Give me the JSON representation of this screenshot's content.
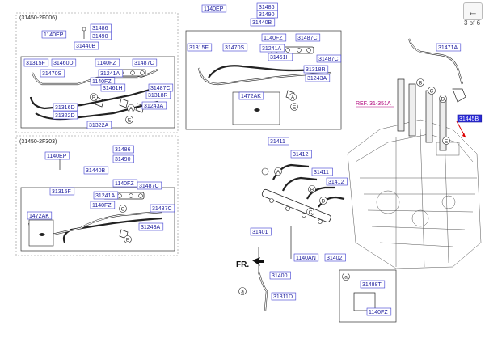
{
  "toolbar": {
    "back_icon": "arrow-left-icon",
    "page_counter": "3 of 6"
  },
  "groups": [
    {
      "caption": "(31450-2F006)"
    },
    {
      "caption": "(31450-2F303)"
    }
  ],
  "inset_a": {
    "marker": "a",
    "labels": [
      "31488T",
      "1140FZ"
    ]
  },
  "reference": {
    "text": "REF. 31-351A"
  },
  "direction": {
    "text": "FR."
  },
  "letters": [
    "A",
    "B",
    "C",
    "D",
    "E"
  ],
  "labels": [
    "1140EP",
    "31486",
    "31490",
    "31440B",
    "31460D",
    "31315F",
    "1140FZ",
    "31487C",
    "31470S",
    "31241A",
    "1140FZ",
    "31461H",
    "31487C",
    "31318R",
    "31316D",
    "31243A",
    "31322D",
    "31322A",
    "1140EP",
    "31486",
    "31490",
    "31440B",
    "1140FZ",
    "31487C",
    "31470S",
    "31315F",
    "31241A",
    "31461H",
    "31487C",
    "31318R",
    "31243A",
    "1472AK",
    "1140EP",
    "31486",
    "31490",
    "31440B",
    "31315F",
    "1140FZ",
    "31487C",
    "31241A",
    "1472AK",
    "1140FZ",
    "31487C",
    "31243A",
    "31471A",
    "31445B",
    "31411",
    "31412",
    "31411",
    "31412",
    "31401",
    "1140AN",
    "31402",
    "31400",
    "31311D"
  ]
}
